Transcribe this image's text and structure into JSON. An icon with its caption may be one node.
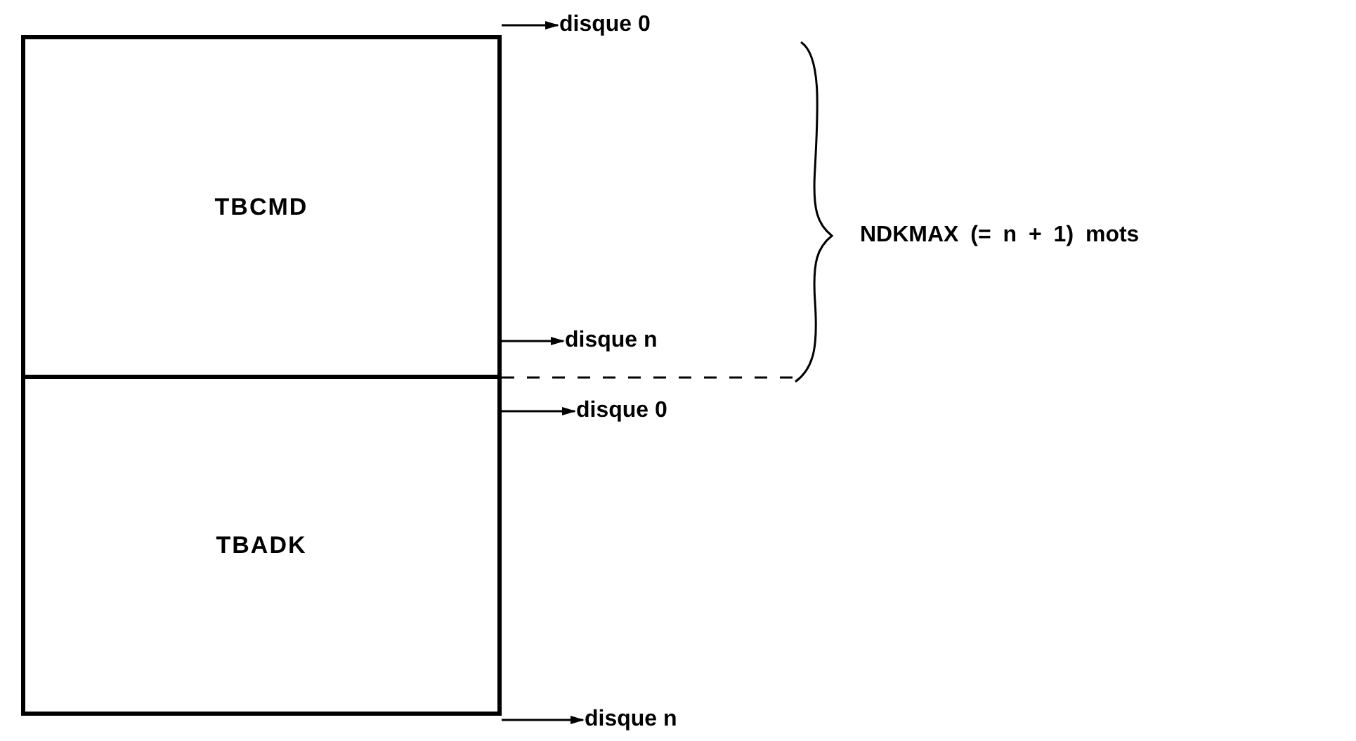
{
  "diagram": {
    "nodes": [
      {
        "text": [
          "TBCMD"
        ]
      },
      {
        "text": [
          "TBADK"
        ]
      },
      {
        "text": [
          "disque 0"
        ]
      },
      {
        "text": [
          "disque n"
        ]
      },
      {
        "text": [
          "disque 0"
        ]
      },
      {
        "text": [
          "disque n"
        ]
      }
    ],
    "edges": [
      {
        "from": 0,
        "to": 2,
        "arrow": "to"
      },
      {
        "from": 0,
        "to": 3,
        "arrow": "to"
      },
      {
        "from": 1,
        "to": 4,
        "arrow": "to"
      },
      {
        "from": 1,
        "to": 5,
        "arrow": "to"
      }
    ],
    "labels": [
      "NDKMAX (= n + 1) mots"
    ]
  }
}
